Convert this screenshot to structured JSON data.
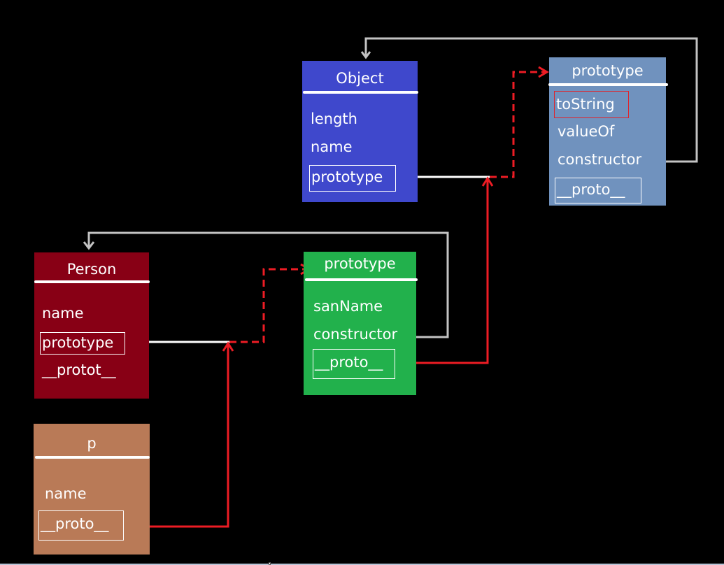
{
  "diagram": {
    "title": "JavaScript prototype chain",
    "colors": {
      "background": "#000000",
      "object": "#3f48cc",
      "object_prototype": "#7092be",
      "person": "#880015",
      "person_prototype": "#22b14c",
      "instance_p": "#b97a57",
      "proto_link": "#ed1c24",
      "constructor_link": "#c3c3c3",
      "prototype_link": "#ffffff"
    },
    "nodes": {
      "object": {
        "title": "Object",
        "fields": [
          "length",
          "name",
          "prototype"
        ]
      },
      "object_prototype": {
        "title": "prototype",
        "fields": [
          "toString",
          "valueOf",
          "constructor",
          "__proto__"
        ]
      },
      "person": {
        "title": "Person",
        "fields": [
          "name",
          "prototype",
          "__protot__"
        ]
      },
      "person_prototype": {
        "title": "prototype",
        "fields": [
          "sanName",
          "constructor",
          "__proto__"
        ]
      },
      "instance_p": {
        "title": "p",
        "fields": [
          "name",
          "__proto__"
        ]
      }
    },
    "edges": [
      {
        "from": "object.prototype",
        "to": "object_prototype",
        "style": "solid-white then dashed-red"
      },
      {
        "from": "object_prototype.constructor",
        "to": "object",
        "style": "solid-gray"
      },
      {
        "from": "person.prototype",
        "to": "person_prototype",
        "style": "solid-white then dashed-red"
      },
      {
        "from": "person_prototype.constructor",
        "to": "person",
        "style": "solid-gray"
      },
      {
        "from": "person_prototype.__proto__",
        "to": "object.prototype link",
        "style": "solid-red"
      },
      {
        "from": "instance_p.__proto__",
        "to": "person.prototype link",
        "style": "solid-red"
      }
    ]
  }
}
